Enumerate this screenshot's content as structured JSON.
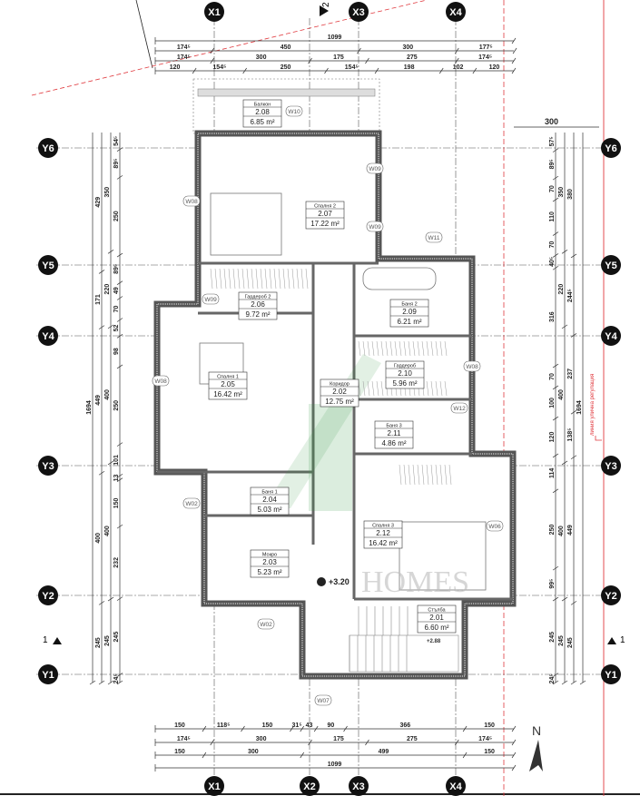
{
  "plan": {
    "colors": {
      "wall": "#555555",
      "axis": "#333333",
      "regulation_line": "#e0393e",
      "stair_green": "#3a9a4a",
      "watermark": "#bbbbbb"
    },
    "axes_x": [
      "X1",
      "X2",
      "X3",
      "X4"
    ],
    "axes_x_top": [
      "X1",
      "X3",
      "X4"
    ],
    "axes_y": [
      "Y6",
      "Y5",
      "Y4",
      "Y3",
      "Y2",
      "Y1"
    ],
    "section_marks": {
      "top": "2",
      "left": "1",
      "right": "1"
    },
    "north_label": "N",
    "regulation_label": "линия улична регулация",
    "watermark": "HOMES",
    "level_mark": "+3.20",
    "stair_level": "+2.88",
    "top_dims": [
      [
        {
          "label": "1099",
          "value": 1099
        }
      ],
      [
        {
          "label": "174⁵",
          "value": 174.5
        },
        {
          "label": "450",
          "value": 450
        },
        {
          "label": "300",
          "value": 300
        },
        {
          "label": "177⁵",
          "value": 177.5
        }
      ],
      [
        {
          "label": "174⁵",
          "value": 174.5
        },
        {
          "label": "300",
          "value": 300
        },
        {
          "label": "175",
          "value": 175
        },
        {
          "label": "275",
          "value": 275
        },
        {
          "label": "174⁵",
          "value": 174.5
        }
      ],
      [
        {
          "label": "120",
          "value": 120
        },
        {
          "label": "154⁵",
          "value": 154.5
        },
        {
          "label": "250",
          "value": 250
        },
        {
          "label": "154⁵",
          "value": 154.5
        },
        {
          "label": "198",
          "value": 198
        },
        {
          "label": "102",
          "value": 102
        },
        {
          "label": "120",
          "value": 120
        }
      ]
    ],
    "bottom_dims": [
      [
        {
          "label": "150",
          "value": 150
        },
        {
          "label": "118⁵",
          "value": 118.5
        },
        {
          "label": "150",
          "value": 150
        },
        {
          "label": "31⁵",
          "value": 31.5
        },
        {
          "label": "43",
          "value": 43
        },
        {
          "label": "90",
          "value": 90
        },
        {
          "label": "366",
          "value": 366
        },
        {
          "label": "150",
          "value": 150
        }
      ],
      [
        {
          "label": "174⁵",
          "value": 174.5
        },
        {
          "label": "300",
          "value": 300
        },
        {
          "label": "175",
          "value": 175
        },
        {
          "label": "275",
          "value": 275
        },
        {
          "label": "174⁵",
          "value": 174.5
        }
      ],
      [
        {
          "label": "150",
          "value": 150
        },
        {
          "label": "300",
          "value": 300
        },
        {
          "label": "499",
          "value": 499
        },
        {
          "label": "150",
          "value": 150
        }
      ],
      [
        {
          "label": "1099",
          "value": 1099
        }
      ]
    ],
    "left_dims": [
      [
        {
          "label": "1694",
          "value": 1694
        }
      ],
      [
        {
          "label": "429",
          "value": 429
        },
        {
          "label": "171",
          "value": 171
        },
        {
          "label": "449",
          "value": 449
        },
        {
          "label": "400",
          "value": 400
        },
        {
          "label": "245",
          "value": 245
        }
      ],
      [
        {
          "label": "350",
          "value": 350
        },
        {
          "label": "220",
          "value": 220
        },
        {
          "label": "400",
          "value": 400
        },
        {
          "label": "400",
          "value": 400
        },
        {
          "label": "245",
          "value": 245
        }
      ],
      [
        {
          "label": "54⁵",
          "value": 54.5
        },
        {
          "label": "89⁵",
          "value": 89.5
        },
        {
          "label": "250",
          "value": 250
        },
        {
          "label": "89⁵",
          "value": 89.5
        },
        {
          "label": "49",
          "value": 49
        },
        {
          "label": "70",
          "value": 70
        },
        {
          "label": "52",
          "value": 52
        },
        {
          "label": "98",
          "value": 98
        },
        {
          "label": "250",
          "value": 250
        },
        {
          "label": "101",
          "value": 101
        },
        {
          "label": "13",
          "value": 13
        },
        {
          "label": "150",
          "value": 150
        },
        {
          "label": "232",
          "value": 232
        },
        {
          "label": "245",
          "value": 245
        },
        {
          "label": "24⁵",
          "value": 24.5
        }
      ]
    ],
    "right_dims": [
      [
        {
          "label": "57⁵",
          "value": 57.5
        },
        {
          "label": "89⁵",
          "value": 89.5
        },
        {
          "label": "70",
          "value": 70
        },
        {
          "label": "110",
          "value": 110
        },
        {
          "label": "70",
          "value": 70
        },
        {
          "label": "40⁵",
          "value": 40.5
        },
        {
          "label": "316",
          "value": 316
        },
        {
          "label": "70",
          "value": 70
        },
        {
          "label": "100",
          "value": 100
        },
        {
          "label": "120",
          "value": 120
        },
        {
          "label": "114",
          "value": 114
        },
        {
          "label": "250",
          "value": 250
        },
        {
          "label": "99⁵",
          "value": 99.5
        },
        {
          "label": "245",
          "value": 245
        },
        {
          "label": "24⁵",
          "value": 24.5
        }
      ],
      [
        {
          "label": "350",
          "value": 350
        },
        {
          "label": "220",
          "value": 220
        },
        {
          "label": "400",
          "value": 400
        },
        {
          "label": "400",
          "value": 400
        },
        {
          "label": "245",
          "value": 245
        }
      ],
      [
        {
          "label": "380",
          "value": 380
        },
        {
          "label": "244⁵",
          "value": 244.5
        },
        {
          "label": "237",
          "value": 237
        },
        {
          "label": "138⁵",
          "value": 138.5
        },
        {
          "label": "449",
          "value": 449
        },
        {
          "label": "245",
          "value": 245
        }
      ],
      [
        {
          "label": "1694",
          "value": 1694
        }
      ]
    ],
    "right_offset_dim": "300",
    "rooms": [
      {
        "name": "Балкон",
        "number": "2.08",
        "area": "6.85 m²"
      },
      {
        "name": "Спалня 2",
        "number": "2.07",
        "area": "17.22 m²"
      },
      {
        "name": "Гардероб 2",
        "number": "2.06",
        "area": "9.72 m²"
      },
      {
        "name": "Баня 2",
        "number": "2.09",
        "area": "6.21 m²"
      },
      {
        "name": "Спалня 1",
        "number": "2.05",
        "area": "16.42 m²"
      },
      {
        "name": "Коридор",
        "number": "2.02",
        "area": "12.75 m²"
      },
      {
        "name": "Гардероб",
        "number": "2.10",
        "area": "5.96 m²"
      },
      {
        "name": "Баня 3",
        "number": "2.11",
        "area": "4.86 m²"
      },
      {
        "name": "Баня 1",
        "number": "2.04",
        "area": "5.03 m²"
      },
      {
        "name": "Мокро",
        "number": "2.03",
        "area": "5.23 m²"
      },
      {
        "name": "Спалня 3",
        "number": "2.12",
        "area": "16.42 m²"
      },
      {
        "name": "Стълба",
        "number": "2.01",
        "area": "6.60 m²"
      }
    ],
    "windows": [
      "W10",
      "W08",
      "W09",
      "W09",
      "W11",
      "W09",
      "W08",
      "W08",
      "W12",
      "W02",
      "W06",
      "W02",
      "W07"
    ]
  }
}
